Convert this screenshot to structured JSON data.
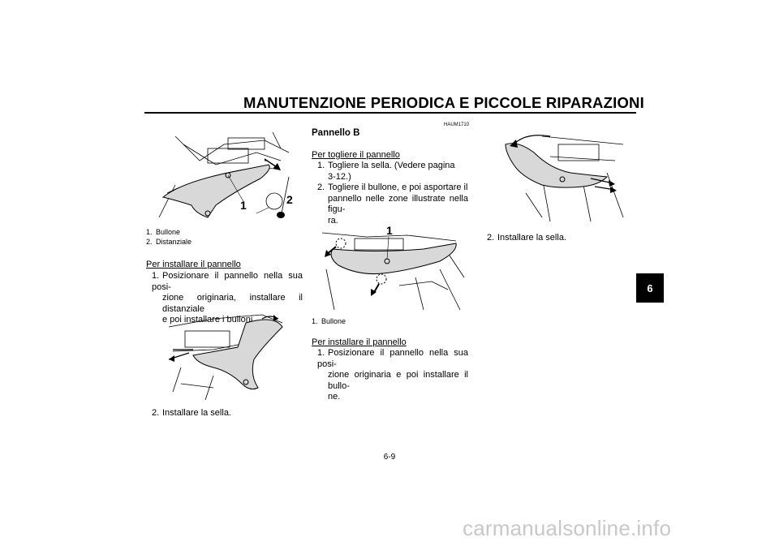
{
  "header": {
    "title": "MANUTENZIONE PERIODICA E PICCOLE RIPARAZIONI"
  },
  "left_column": {
    "figure1": {
      "labels": [
        "1",
        "2"
      ]
    },
    "caption": [
      "1. Bullone",
      "2. Distanziale"
    ],
    "install_heading": "Per installare il pannello",
    "step1_num": "1.",
    "step1_text": "Posizionare il pannello nella sua posi-",
    "step1_cont1": "zione originaria, installare il distanziale",
    "step1_cont2": "e poi installare i bulloni.",
    "step2_num": "2.",
    "step2_text": "Installare la sella."
  },
  "middle_column": {
    "code": "HAUM1710",
    "title": "Pannello B",
    "remove_heading": "Per togliere il pannello",
    "step1_num": "1.",
    "step1_text": "Togliere la sella. (Vedere pagina",
    "step1_cont": "3-12.)",
    "step2_num": "2.",
    "step2_text": "Togliere il bullone, e poi asportare il",
    "step2_cont1": "pannello nelle zone illustrate nella figu-",
    "step2_cont2": "ra.",
    "figure2": {
      "labels": [
        "1"
      ]
    },
    "caption": [
      "1. Bullone"
    ],
    "install_heading": "Per installare il pannello",
    "istep1_num": "1.",
    "istep1_text": "Posizionare il pannello nella sua posi-",
    "istep1_cont1": "zione originaria e poi installare il bullo-",
    "istep1_cont2": "ne."
  },
  "right_column": {
    "step2_num": "2.",
    "step2_text": "Installare la sella."
  },
  "chapter_tab": "6",
  "page_number": "6-9",
  "watermark": "carmanualsonline.info"
}
